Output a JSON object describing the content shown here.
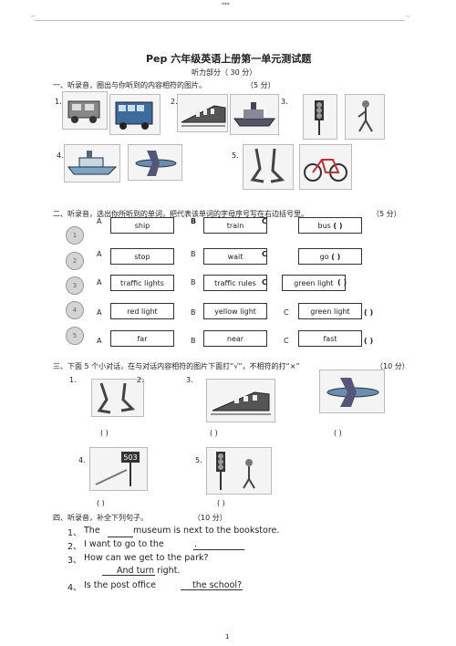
{
  "header_marks": "---",
  "title": "Pep 六年级英语上册第一单元测试题",
  "listening_part": "听力部分（ 30 分）",
  "s1": {
    "heading": "一、听录音，圈出与你听到的内容相符的图片。",
    "score": "（5 分）",
    "nums": [
      "1.",
      "2.",
      "3.",
      "4.",
      "5."
    ]
  },
  "s2": {
    "heading": "二、听录音，选出你所听到的单词，把代表该单词的字母序号写在右边括号里。",
    "score": "（5 分）",
    "rows": [
      {
        "num": "1",
        "a": "ship",
        "b": "train",
        "c": "bus",
        "paren": "(    )"
      },
      {
        "num": "2",
        "a": "stop",
        "b": "wait",
        "c": "go",
        "paren": "(    )"
      },
      {
        "num": "3",
        "a": "traffic lights",
        "b": "traffic rules",
        "c": "green light",
        "paren": "(      )"
      },
      {
        "num": "4",
        "a": "red light",
        "b": "yellow light",
        "c": "green light",
        "paren": "(        )"
      },
      {
        "num": "5",
        "a": "far",
        "b": "near",
        "c": "fast",
        "paren": "(        )"
      }
    ],
    "labels": {
      "A": "A",
      "B": "B",
      "C": "C"
    }
  },
  "s3": {
    "heading": "三、下面 5 个小对话，在与对话内容相符的图片下面打“√”，不相符的打“×”",
    "score": "（10 分）",
    "nums": [
      "1.",
      "2.",
      "3.",
      "4.",
      "5."
    ],
    "paren": "(          )",
    "sign_text": "503"
  },
  "s4": {
    "heading": "四、听录音，补全下列句子。",
    "score": "（10 分）",
    "sentences": [
      {
        "num": "1、",
        "pre": "The",
        "post": "museum is next to the bookstore."
      },
      {
        "num": "2、",
        "pre": "I want to go to the",
        "post": "."
      },
      {
        "num": "3、",
        "pre": "How can we get to the park?",
        "post": ""
      },
      {
        "num": "",
        "pre": "And turn right.",
        "post": ""
      },
      {
        "num": "4、",
        "pre": "Is the post office",
        "post": "the school?"
      }
    ]
  },
  "page_number": "1"
}
